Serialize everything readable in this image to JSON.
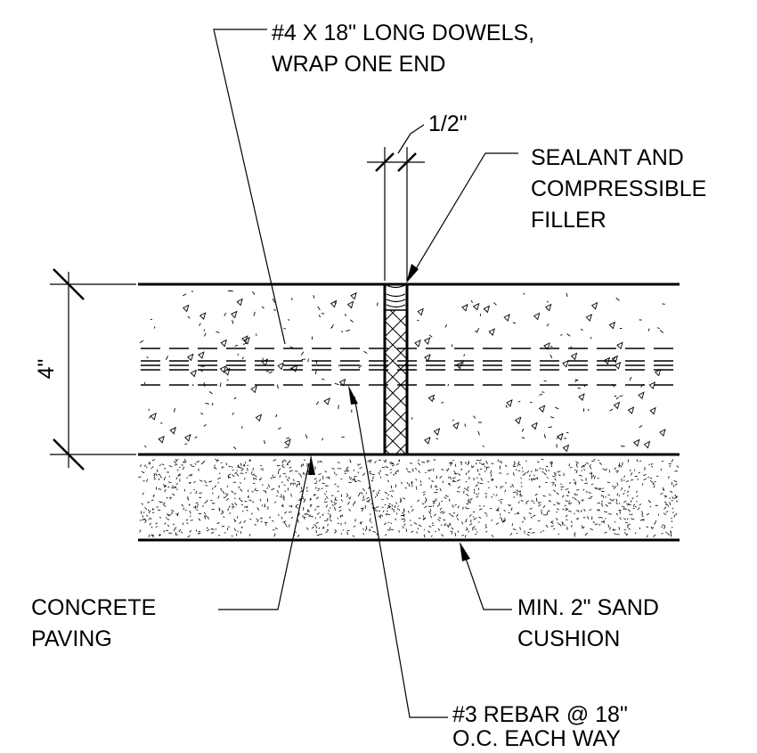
{
  "labels": {
    "dowels_line1": "#4 X 18\" LONG DOWELS,",
    "dowels_line2": "WRAP ONE END",
    "joint_width": "1/2\"",
    "sealant_line1": "SEALANT AND",
    "sealant_line2": "COMPRESSIBLE",
    "sealant_line3": "FILLER",
    "thickness": "4\"",
    "concrete_line1": "CONCRETE",
    "concrete_line2": "PAVING",
    "sand_line1": "MIN. 2\" SAND",
    "sand_line2": "CUSHION",
    "rebar_line1": "#3 REBAR @ 18\"",
    "rebar_line2": "O.C. EACH WAY"
  }
}
